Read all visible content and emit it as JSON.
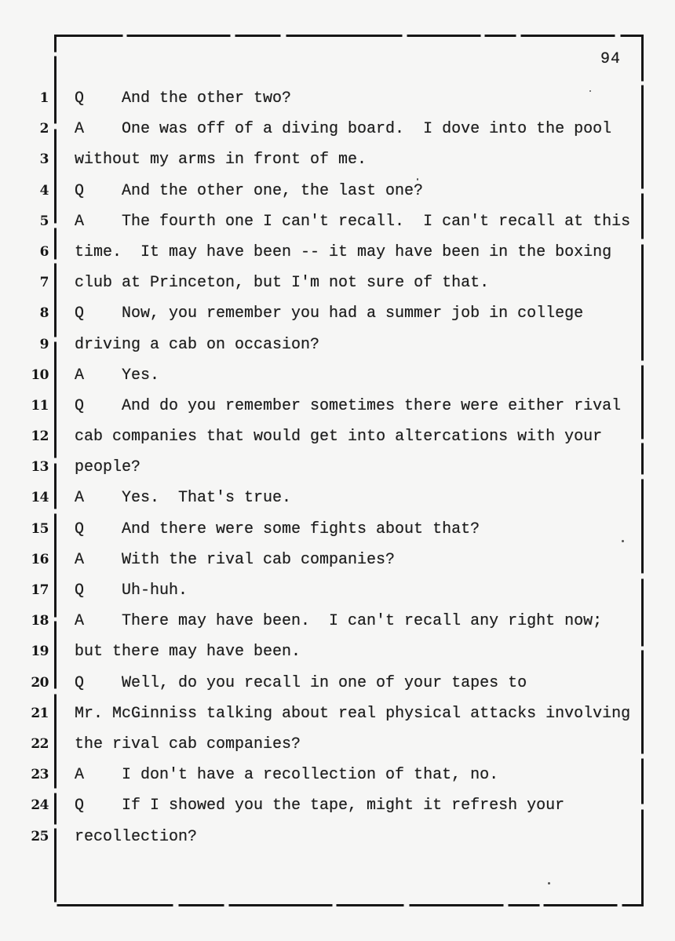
{
  "page": {
    "number": "94"
  },
  "transcript": {
    "lines": [
      {
        "num": "1",
        "speaker": "Q",
        "text": "And the other two?"
      },
      {
        "num": "2",
        "speaker": "A",
        "text": "One was off of a diving board.  I dove into the pool"
      },
      {
        "num": "3",
        "speaker": "",
        "text": "without my arms in front of me."
      },
      {
        "num": "4",
        "speaker": "Q",
        "text": "And the other one, the last one?"
      },
      {
        "num": "5",
        "speaker": "A",
        "text": "The fourth one I can't recall.  I can't recall at this"
      },
      {
        "num": "6",
        "speaker": "",
        "text": "time.  It may have been -- it may have been in the boxing"
      },
      {
        "num": "7",
        "speaker": "",
        "text": "club at Princeton, but I'm not sure of that."
      },
      {
        "num": "8",
        "speaker": "Q",
        "text": "Now, you remember you had a summer job in college"
      },
      {
        "num": "9",
        "speaker": "",
        "text": "driving a cab on occasion?"
      },
      {
        "num": "10",
        "speaker": "A",
        "text": "Yes."
      },
      {
        "num": "11",
        "speaker": "Q",
        "text": "And do you remember sometimes there were either rival"
      },
      {
        "num": "12",
        "speaker": "",
        "text": "cab companies that would get into altercations with your"
      },
      {
        "num": "13",
        "speaker": "",
        "text": "people?"
      },
      {
        "num": "14",
        "speaker": "A",
        "text": "Yes.  That's true."
      },
      {
        "num": "15",
        "speaker": "Q",
        "text": "And there were some fights about that?"
      },
      {
        "num": "16",
        "speaker": "A",
        "text": "With the rival cab companies?"
      },
      {
        "num": "17",
        "speaker": "Q",
        "text": "Uh-huh."
      },
      {
        "num": "18",
        "speaker": "A",
        "text": "There may have been.  I can't recall any right now;"
      },
      {
        "num": "19",
        "speaker": "",
        "text": "but there may have been."
      },
      {
        "num": "20",
        "speaker": "Q",
        "text": "Well, do you recall in one of your tapes to"
      },
      {
        "num": "21",
        "speaker": "",
        "text": "Mr. McGinniss talking about real physical attacks involving"
      },
      {
        "num": "22",
        "speaker": "",
        "text": "the rival cab companies?"
      },
      {
        "num": "23",
        "speaker": "A",
        "text": "I don't have a recollection of that, no."
      },
      {
        "num": "24",
        "speaker": "Q",
        "text": "If I showed you the tape, might it refresh your"
      },
      {
        "num": "25",
        "speaker": "",
        "text": "recollection?"
      }
    ]
  }
}
